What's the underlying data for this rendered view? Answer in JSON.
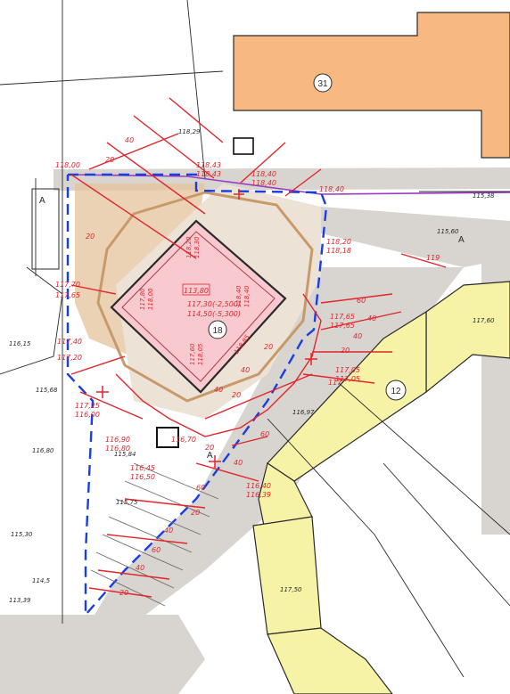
{
  "colors": {
    "paper": "#ffffff",
    "ink": "#2a2a2a",
    "road": "#d8d4cf",
    "building_orange": "#f7b981",
    "building_yellow": "#f6f3a7",
    "roof_pink": "#f8c9cf",
    "plot_tan": "#e5c39c",
    "red_annot": "#e0262c",
    "blue_boundary": "#1b3ee0",
    "purple_line": "#9c3bc4"
  },
  "buildings": {
    "b31": "31",
    "b12": "12",
    "b18": "18"
  },
  "roof": {
    "box": "113,80",
    "line1": "117,30(-2,500)",
    "line2": "114,50(-5,300)",
    "c_tl_1": "118,20",
    "c_tl_2": "118,30",
    "c_l_1": "117,80",
    "c_l_2": "118,00",
    "c_r_1": "118,40",
    "c_r_2": "118,40",
    "c_b_1": "117,60",
    "c_b_2": "118,05",
    "c_bl": "118,85"
  },
  "red_levels": {
    "l1": "118,00",
    "l2": "118,43",
    "l3": "118,43",
    "l4": "118,40",
    "l5": "118,40",
    "l6": "118,40",
    "l7": "118,20",
    "l8": "118,18",
    "l9": "117,70",
    "l10": "117,65",
    "l11": "117,40",
    "l12": "117,20",
    "l13": "117,25",
    "l14": "116,00",
    "l15": "117,65",
    "l16": "117,65",
    "l17": "117,05",
    "l18": "117,05",
    "l19": "116,90",
    "l20": "116,80",
    "l21": "116,70",
    "l22": "116,45",
    "l23": "116,50",
    "l24": "116,40",
    "l25": "116,39"
  },
  "slopes": {
    "s40a": "40",
    "s20a": "20",
    "s20b": "20",
    "s60a": "60",
    "s40b": "40",
    "s40c": "40",
    "s20c": "20",
    "s20d": "20",
    "s40d": "40",
    "s60b": "60",
    "s20e": "20",
    "s40e": "40",
    "s60c": "60",
    "s40f": "40",
    "s20f": "20",
    "s20g": "20",
    "s40g": "40",
    "s60d": "60",
    "s40h": "40",
    "s20h": "20",
    "s117": "117",
    "s119": "119"
  },
  "black_heights": {
    "h1": "115,84",
    "h2": "116,97",
    "h3": "115,75",
    "h4": "115,68",
    "h5": "117,60",
    "h6": "115,38",
    "h7": "116,80",
    "h8": "118,29",
    "h9": "116,15",
    "h10": "115,30",
    "h11": "113,39",
    "h12": "114,5",
    "h13": "115,60",
    "h14": "117,50"
  },
  "letters": {
    "a1": "A",
    "a2": "A",
    "a3": "A"
  }
}
